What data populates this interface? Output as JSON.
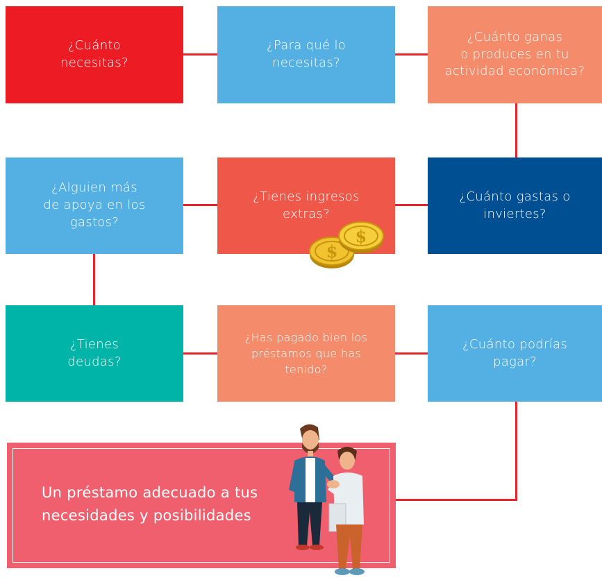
{
  "diagram": {
    "boxes": [
      {
        "id": "cuanto-necesitas",
        "lines": [
          "¿Cuánto",
          "necesitas?"
        ],
        "color": "#ed1c24"
      },
      {
        "id": "para-que",
        "lines": [
          "¿Para qué lo",
          "necesitas?"
        ],
        "color": "#54b0e3"
      },
      {
        "id": "cuanto-ganas",
        "lines": [
          "¿Cuánto ganas",
          "o produces en tu",
          "actividad económica?"
        ],
        "color": "#f48c6b"
      },
      {
        "id": "alguien-mas",
        "lines": [
          "¿Alguien más",
          "de apoya en los",
          "gastos?"
        ],
        "color": "#54b0e3"
      },
      {
        "id": "ingresos-extras",
        "lines": [
          "¿Tienes ingresos",
          "extras?"
        ],
        "color": "#ef5748"
      },
      {
        "id": "cuanto-gastas",
        "lines": [
          "¿Cuánto gastas o",
          "inviertes?"
        ],
        "color": "#004f93"
      },
      {
        "id": "tienes-deudas",
        "lines": [
          "¿Tienes",
          "deudas?"
        ],
        "color": "#00b4a7"
      },
      {
        "id": "has-pagado",
        "lines": [
          "¿Has pagado bien los",
          "préstamos que has",
          "tenido?"
        ],
        "color": "#f48c6b"
      },
      {
        "id": "cuanto-podrias",
        "lines": [
          "¿Cuánto podrías",
          "pagar?"
        ],
        "color": "#54b0e3"
      }
    ],
    "result": {
      "lines": [
        "Un préstamo adecuado a tus",
        "necesidades y posibilidades"
      ],
      "color": "#ef5f6d"
    },
    "connector_color": "#e5252a",
    "icons": [
      "gold-coins-icon",
      "handshake-people-icon"
    ]
  }
}
